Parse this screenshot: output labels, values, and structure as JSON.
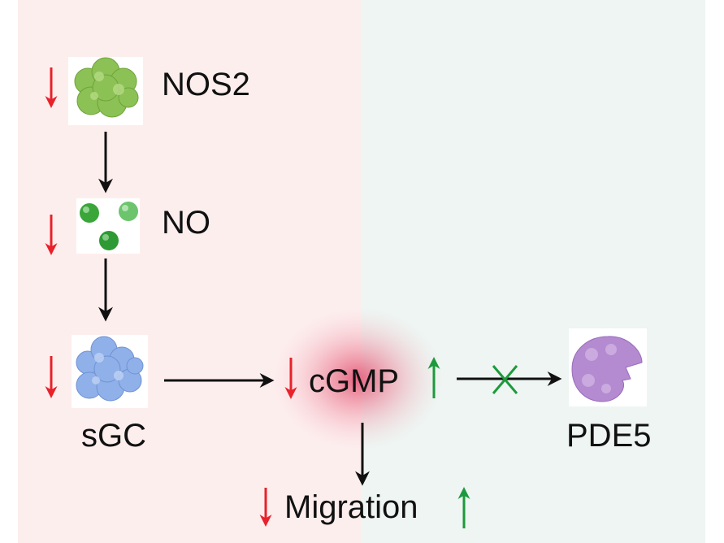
{
  "diagram": {
    "nodes": {
      "nos2": {
        "label": "NOS2"
      },
      "no": {
        "label": "NO"
      },
      "sgc": {
        "label": "sGC"
      },
      "cgmp": {
        "label": "cGMP"
      },
      "pde5": {
        "label": "PDE5"
      },
      "migration": {
        "label": "Migration"
      }
    },
    "colors": {
      "left_panel": "#fdeeee",
      "right_panel": "#eef5f2",
      "down_arrow": "#e8212a",
      "up_arrow": "#1c9a3c",
      "inhibit_mark": "#1c9a3c",
      "flow_arrow": "#111111",
      "glow": "#e04a6c",
      "nos2_protein": "#8cc155",
      "no_molecule": "#3aa63a",
      "sgc_protein": "#8fb0e8",
      "pde5_protein": "#b48ad0"
    },
    "icons": [
      "nos2-protein-icon",
      "no-molecule-icon",
      "sgc-protein-icon",
      "pde5-protein-icon"
    ]
  }
}
